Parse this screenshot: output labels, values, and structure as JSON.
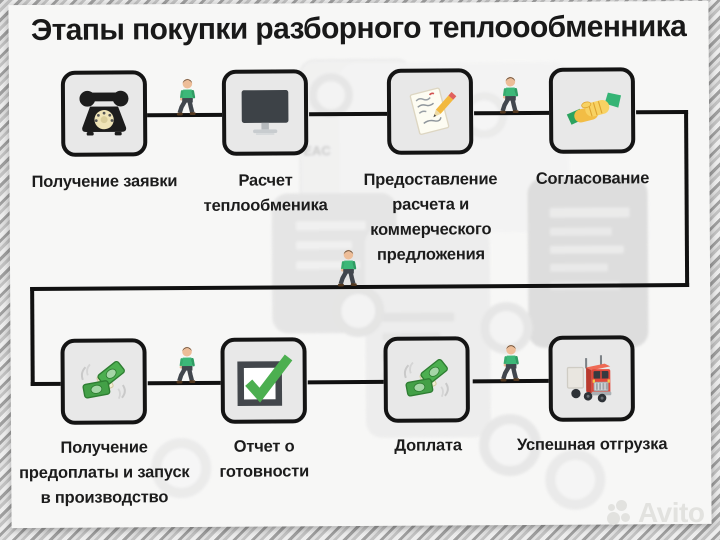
{
  "title": "Этапы покупки разборного теплоообменника",
  "steps": [
    {
      "label": "Получение заявки",
      "icon": "rotary-phone"
    },
    {
      "label": "Расчет\nтеплообменика",
      "icon": "desktop-monitor"
    },
    {
      "label": "Предоставление\nрасчета и\nкоммерческого\nпредложения",
      "icon": "document-pencil"
    },
    {
      "label": "Согласование",
      "icon": "handshake"
    },
    {
      "label": "Получение\nпредоплаты и запуск\nв производство",
      "icon": "money-stack"
    },
    {
      "label": "Отчет о\nготовности",
      "icon": "checkbox-checked"
    },
    {
      "label": "Доплата",
      "icon": "money-stack"
    },
    {
      "label": "Успешная отгрузка",
      "icon": "truck"
    }
  ],
  "watermark": {
    "brand": "Avito"
  },
  "photo": {
    "certification_mark": "EAC"
  },
  "colors": {
    "line": "#111111",
    "box_fill": "#e8e8e8",
    "box_border": "#141414",
    "accent_green": "#4caf50",
    "shirt_green": "#3cb878",
    "money_green": "#4caf50",
    "truck_red": "#e2483a",
    "handshake_yellow": "#f4c44d",
    "pencil_yellow": "#f2b93f"
  }
}
